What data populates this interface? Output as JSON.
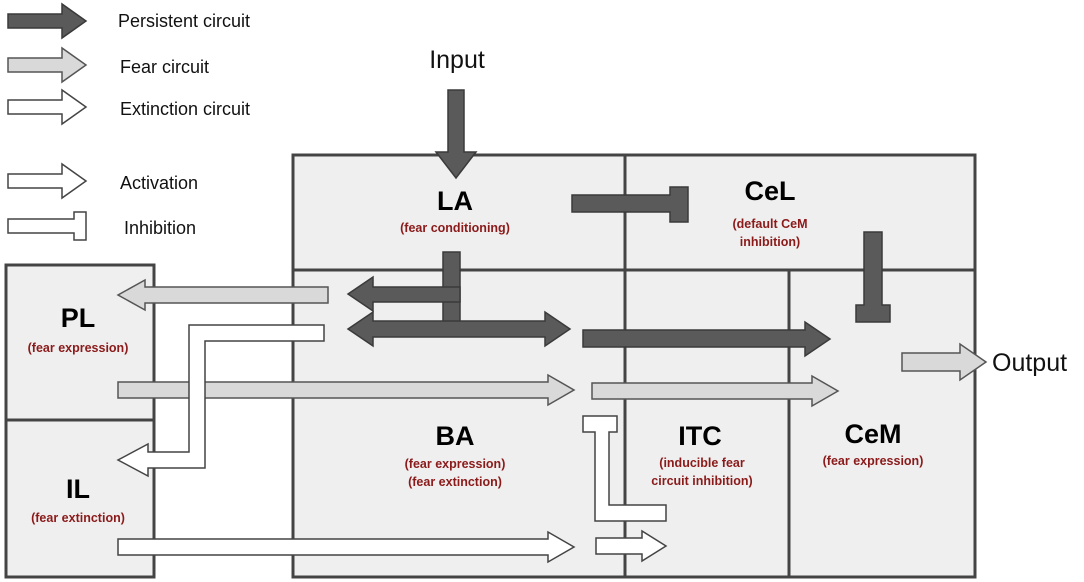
{
  "legend": {
    "persistent": "Persistent circuit",
    "fear": "Fear circuit",
    "extinction": "Extinction circuit",
    "activation": "Activation",
    "inhibition": "Inhibition"
  },
  "io": {
    "input": "Input",
    "output": "Output"
  },
  "regions": {
    "la": {
      "name": "LA",
      "role1": "(fear conditioning)",
      "role2": ""
    },
    "cel": {
      "name": "CeL",
      "role1": "(default CeM",
      "role2": "inhibition)"
    },
    "pl": {
      "name": "PL",
      "role1": "(fear expression)",
      "role2": ""
    },
    "il": {
      "name": "IL",
      "role1": "(fear extinction)",
      "role2": ""
    },
    "ba": {
      "name": "BA",
      "role1": "(fear expression)",
      "role2": "(fear extinction)"
    },
    "itc": {
      "name": "ITC",
      "role1": "(inducible fear",
      "role2": "circuit inhibition)"
    },
    "cem": {
      "name": "CeM",
      "role1": "(fear expression)",
      "role2": ""
    }
  },
  "colors": {
    "persistent": "#5a5a5a",
    "fear": "#d9d9d9",
    "extinction": "#ffffff",
    "box_fill": "#efefef",
    "box_stroke": "#444444",
    "role_text": "#8b1a1a"
  }
}
